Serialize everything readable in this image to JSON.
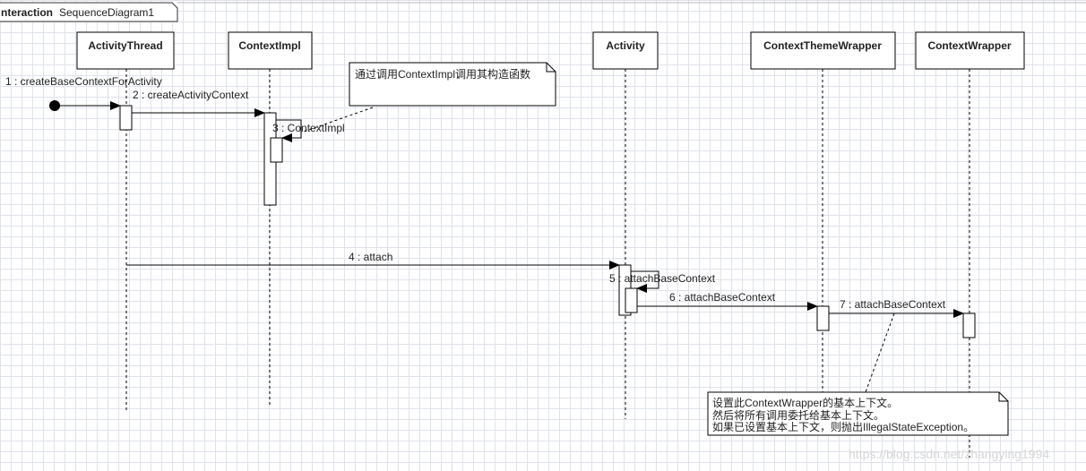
{
  "frame": {
    "keyword": "nteraction",
    "name": "SequenceDiagram1"
  },
  "lifelines": [
    {
      "name": "ActivityThread"
    },
    {
      "name": "ContextImpl"
    },
    {
      "name": "Activity"
    },
    {
      "name": "ContextThemeWrapper"
    },
    {
      "name": "ContextWrapper"
    }
  ],
  "messages": [
    {
      "label": "1 : createBaseContextForActivity"
    },
    {
      "label": "2 : createActivityContext"
    },
    {
      "label": "3 : ContextImpl"
    },
    {
      "label": "4 : attach"
    },
    {
      "label": "5 : attachBaseContext"
    },
    {
      "label": "6 : attachBaseContext"
    },
    {
      "label": "7 : attachBaseContext"
    }
  ],
  "notes": [
    {
      "lines": [
        "通过调用ContextImpl调用其构造函数"
      ]
    },
    {
      "lines": [
        "设置此ContextWrapper的基本上下文。",
        "然后将所有调用委托给基本上下文。",
        "如果已设置基本上下文，则抛出IllegalStateException。"
      ]
    }
  ],
  "watermark": "https://blog.csdn.net/zhangying1994"
}
